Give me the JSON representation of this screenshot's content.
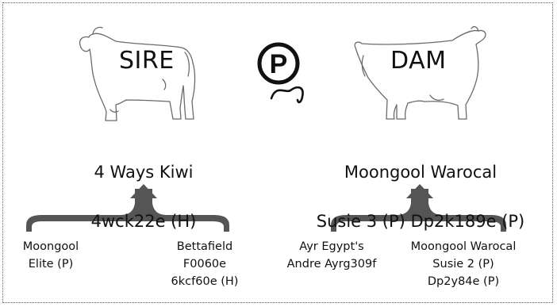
{
  "sire": {
    "heading": "SIRE",
    "name_line1": "4 Ways Kiwi",
    "name_line2": "4wck22e (H)",
    "parents": {
      "left": "Moongool\nElite (P)",
      "right": "Bettafield\nF0060e\n6kcf60e (H)"
    }
  },
  "dam": {
    "heading": "DAM",
    "name_line1": "Moongool Warocal",
    "name_line2": "Susie 3 (P) Dp2k189e (P)",
    "parents": {
      "left": "Ayr Egypt's\nAndre Ayrg309f",
      "right": "Moongool Warocal\nSusie 2 (P)\nDp2y84e (P)"
    }
  },
  "emblem": {
    "letter": "P",
    "icon": "polled-emblem-icon"
  },
  "colors": {
    "bracket": "#555555",
    "outline": "#6b6b6b",
    "text": "#111111"
  }
}
